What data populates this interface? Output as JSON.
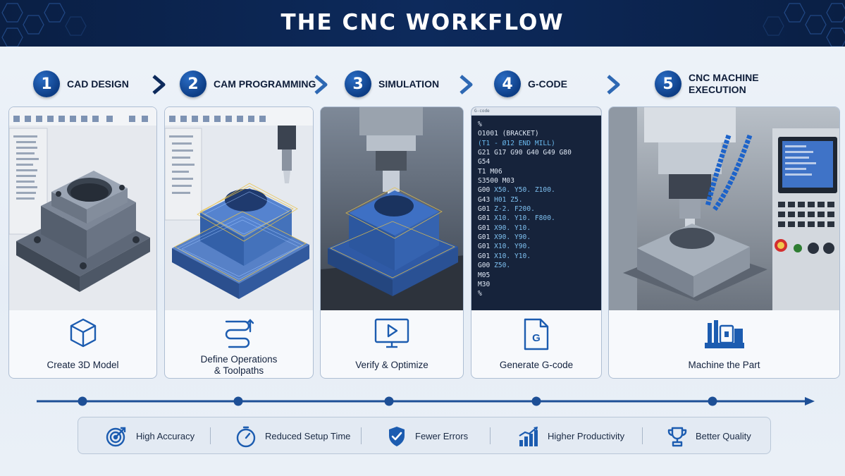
{
  "page": {
    "title": "THE CNC WORKFLOW"
  },
  "steps": [
    {
      "number": "1",
      "title": "CAD DESIGN",
      "caption": "Create 3D Model",
      "icon": "cube-icon"
    },
    {
      "number": "2",
      "title": "CAM PROGRAMMING",
      "caption": "Define Operations\n& Toolpaths",
      "icon": "toolpath-icon"
    },
    {
      "number": "3",
      "title": "SIMULATION",
      "caption": "Verify & Optimize",
      "icon": "play-monitor-icon"
    },
    {
      "number": "4",
      "title": "G-CODE",
      "caption": "Generate G-code",
      "icon": "gcode-file-icon"
    },
    {
      "number": "5",
      "title": "CNC MACHINE\nEXECUTION",
      "caption": "Machine the Part",
      "icon": "cnc-machine-icon"
    }
  ],
  "gcode": {
    "window_title": "G-code",
    "lines": [
      "%",
      "O1001 (BRACKET)",
      "(T1 - Ø12 END MILL)",
      "G21 G17 G90 G40 G49 G80",
      "G54",
      "T1 M06",
      "S3500 M03",
      "G00 X50. Y50. Z100.",
      "G43 H01 Z5.",
      "G01 Z-2. F200.",
      "G01 X10. Y10. F800.",
      "G01 X90. Y10.",
      "G01 X90. Y90.",
      "G01 X10. Y90.",
      "G01 X10. Y10.",
      "G00 Z50.",
      "M05",
      "M30",
      "%"
    ]
  },
  "benefits": [
    {
      "label": "High Accuracy",
      "icon": "target-icon"
    },
    {
      "label": "Reduced Setup Time",
      "icon": "stopwatch-icon"
    },
    {
      "label": "Fewer Errors",
      "icon": "shield-check-icon"
    },
    {
      "label": "Higher Productivity",
      "icon": "growth-chart-icon"
    },
    {
      "label": "Better Quality",
      "icon": "trophy-icon"
    }
  ],
  "colors": {
    "banner": "#0d2a5c",
    "accent": "#1c5cb0",
    "timeline": "#1d4f96",
    "code_bg": "#16233b",
    "code_comment": "#69b9ee"
  }
}
